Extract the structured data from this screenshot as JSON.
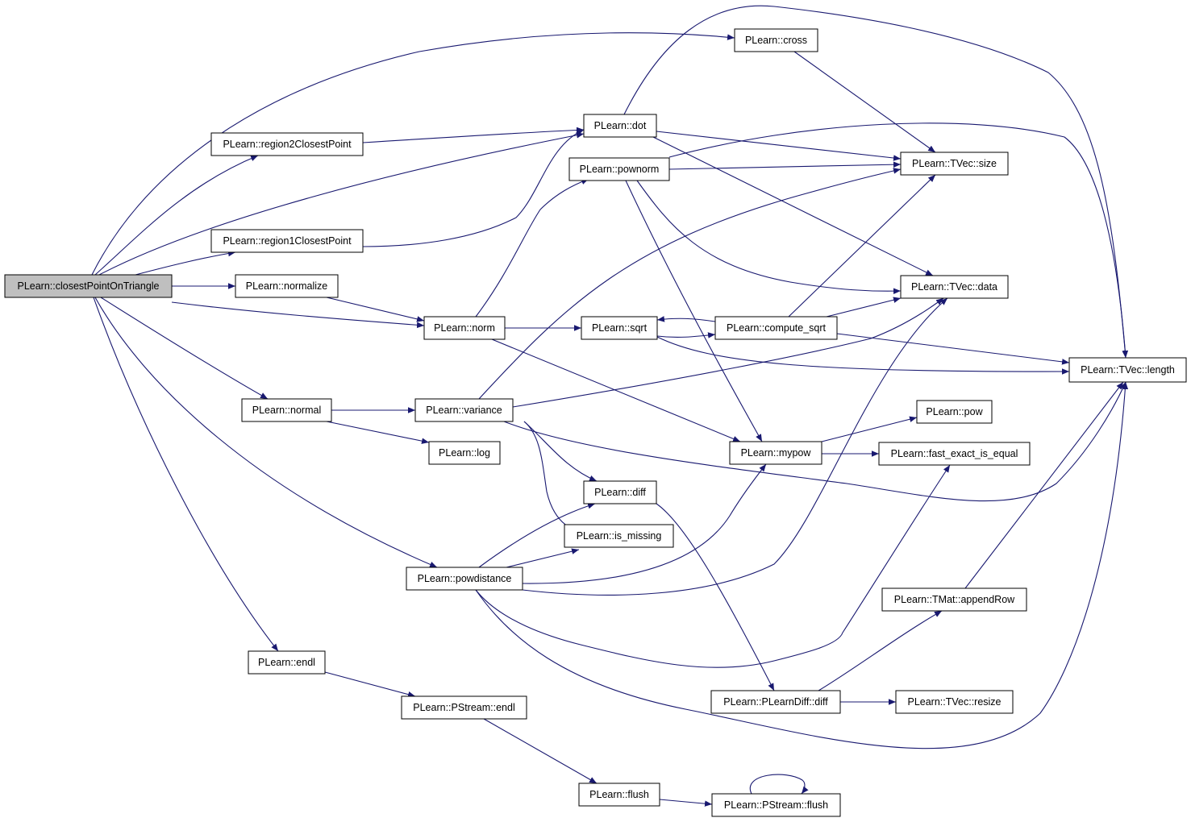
{
  "graph": {
    "edge_color": "#191970",
    "root_fill": "#bfbfbf",
    "nodes": [
      {
        "id": "closestPointOnTriangle",
        "label": "PLearn::closestPointOnTriangle",
        "root": true
      },
      {
        "id": "region2ClosestPoint",
        "label": "PLearn::region2ClosestPoint"
      },
      {
        "id": "region1ClosestPoint",
        "label": "PLearn::region1ClosestPoint"
      },
      {
        "id": "normalize",
        "label": "PLearn::normalize"
      },
      {
        "id": "normal",
        "label": "PLearn::normal"
      },
      {
        "id": "endl",
        "label": "PLearn::endl"
      },
      {
        "id": "cross",
        "label": "PLearn::cross"
      },
      {
        "id": "dot",
        "label": "PLearn::dot"
      },
      {
        "id": "pownorm",
        "label": "PLearn::pownorm"
      },
      {
        "id": "norm",
        "label": "PLearn::norm"
      },
      {
        "id": "variance",
        "label": "PLearn::variance"
      },
      {
        "id": "log",
        "label": "PLearn::log"
      },
      {
        "id": "sqrt",
        "label": "PLearn::sqrt"
      },
      {
        "id": "diff",
        "label": "PLearn::diff"
      },
      {
        "id": "is_missing",
        "label": "PLearn::is_missing"
      },
      {
        "id": "powdistance",
        "label": "PLearn::powdistance"
      },
      {
        "id": "pstream_endl",
        "label": "PLearn::PStream::endl"
      },
      {
        "id": "flush",
        "label": "PLearn::flush"
      },
      {
        "id": "compute_sqrt",
        "label": "PLearn::compute_sqrt"
      },
      {
        "id": "mypow",
        "label": "PLearn::mypow"
      },
      {
        "id": "plearndiff_diff",
        "label": "PLearn::PLearnDiff::diff"
      },
      {
        "id": "pstream_flush",
        "label": "PLearn::PStream::flush"
      },
      {
        "id": "tvec_size",
        "label": "PLearn::TVec::size"
      },
      {
        "id": "tvec_data",
        "label": "PLearn::TVec::data"
      },
      {
        "id": "pow",
        "label": "PLearn::pow"
      },
      {
        "id": "fast_exact_is_equal",
        "label": "PLearn::fast_exact_is_equal"
      },
      {
        "id": "tmat_appendRow",
        "label": "PLearn::TMat::appendRow"
      },
      {
        "id": "tvec_resize",
        "label": "PLearn::TVec::resize"
      },
      {
        "id": "tvec_length",
        "label": "PLearn::TVec::length"
      }
    ],
    "edges": [
      {
        "from": "closestPointOnTriangle",
        "to": "cross"
      },
      {
        "from": "closestPointOnTriangle",
        "to": "region2ClosestPoint"
      },
      {
        "from": "closestPointOnTriangle",
        "to": "dot"
      },
      {
        "from": "closestPointOnTriangle",
        "to": "region1ClosestPoint"
      },
      {
        "from": "closestPointOnTriangle",
        "to": "normalize"
      },
      {
        "from": "closestPointOnTriangle",
        "to": "norm"
      },
      {
        "from": "closestPointOnTriangle",
        "to": "normal"
      },
      {
        "from": "closestPointOnTriangle",
        "to": "powdistance"
      },
      {
        "from": "closestPointOnTriangle",
        "to": "endl"
      },
      {
        "from": "region2ClosestPoint",
        "to": "dot"
      },
      {
        "from": "region1ClosestPoint",
        "to": "dot"
      },
      {
        "from": "normalize",
        "to": "norm"
      },
      {
        "from": "normal",
        "to": "variance"
      },
      {
        "from": "normal",
        "to": "log"
      },
      {
        "from": "endl",
        "to": "pstream_endl"
      },
      {
        "from": "cross",
        "to": "tvec_size"
      },
      {
        "from": "dot",
        "to": "tvec_size"
      },
      {
        "from": "dot",
        "to": "tvec_data"
      },
      {
        "from": "dot",
        "to": "tvec_length"
      },
      {
        "from": "pownorm",
        "to": "tvec_size"
      },
      {
        "from": "pownorm",
        "to": "tvec_length"
      },
      {
        "from": "pownorm",
        "to": "tvec_data"
      },
      {
        "from": "pownorm",
        "to": "mypow"
      },
      {
        "from": "norm",
        "to": "pownorm"
      },
      {
        "from": "norm",
        "to": "sqrt"
      },
      {
        "from": "norm",
        "to": "mypow"
      },
      {
        "from": "variance",
        "to": "tvec_size"
      },
      {
        "from": "variance",
        "to": "tvec_data"
      },
      {
        "from": "variance",
        "to": "tvec_length"
      },
      {
        "from": "variance",
        "to": "diff"
      },
      {
        "from": "variance",
        "to": "is_missing"
      },
      {
        "from": "sqrt",
        "to": "compute_sqrt"
      },
      {
        "from": "sqrt",
        "to": "tvec_length"
      },
      {
        "from": "compute_sqrt",
        "to": "sqrt"
      },
      {
        "from": "compute_sqrt",
        "to": "tvec_size"
      },
      {
        "from": "compute_sqrt",
        "to": "tvec_data"
      },
      {
        "from": "compute_sqrt",
        "to": "tvec_length"
      },
      {
        "from": "diff",
        "to": "plearndiff_diff"
      },
      {
        "from": "powdistance",
        "to": "diff"
      },
      {
        "from": "powdistance",
        "to": "is_missing"
      },
      {
        "from": "powdistance",
        "to": "mypow"
      },
      {
        "from": "powdistance",
        "to": "tvec_data"
      },
      {
        "from": "powdistance",
        "to": "fast_exact_is_equal"
      },
      {
        "from": "powdistance",
        "to": "tvec_length"
      },
      {
        "from": "mypow",
        "to": "pow"
      },
      {
        "from": "mypow",
        "to": "fast_exact_is_equal"
      },
      {
        "from": "plearndiff_diff",
        "to": "tmat_appendRow"
      },
      {
        "from": "plearndiff_diff",
        "to": "tvec_resize"
      },
      {
        "from": "tmat_appendRow",
        "to": "tvec_length"
      },
      {
        "from": "pstream_endl",
        "to": "flush"
      },
      {
        "from": "flush",
        "to": "pstream_flush"
      },
      {
        "from": "pstream_flush",
        "to": "pstream_flush"
      }
    ]
  }
}
